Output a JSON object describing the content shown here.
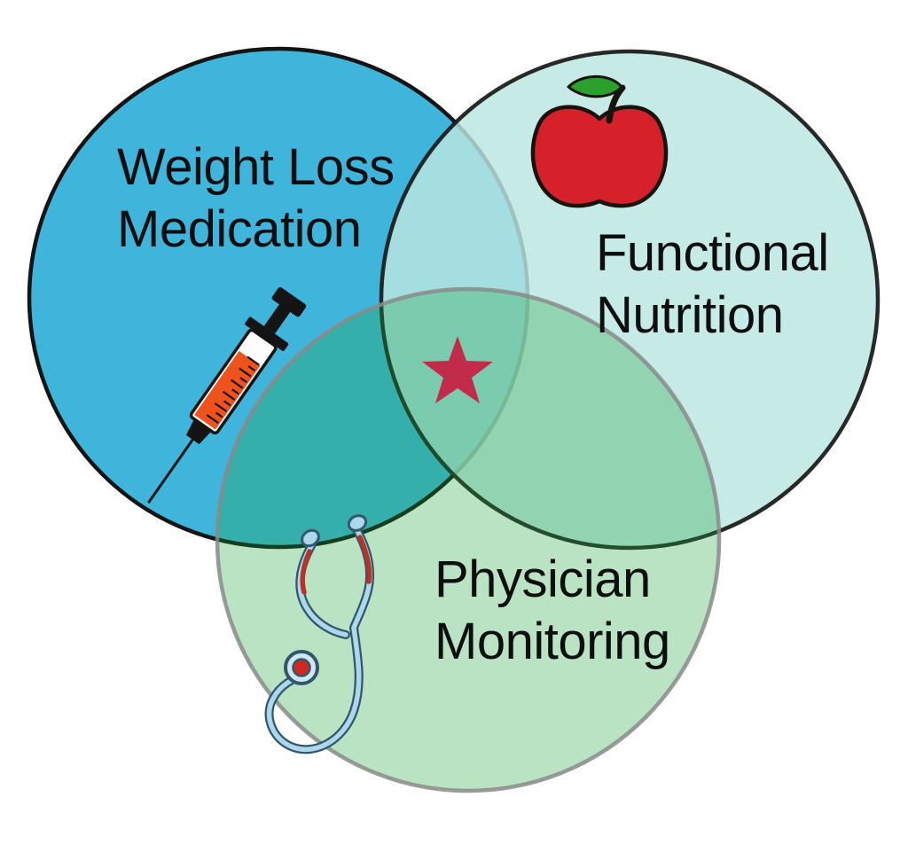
{
  "diagram": {
    "type": "venn-3-circle",
    "background": "#FFFFFF",
    "sets": [
      {
        "label_line1": "Weight Loss",
        "label_line2": "Medication",
        "fill": "#3FB5DC",
        "stroke": "#141414",
        "icon": "syringe-icon"
      },
      {
        "label_line1": "Functional",
        "label_line2": "Nutrition",
        "fill": "#BAE6E1",
        "stroke": "#1E1E1E",
        "icon": "apple-icon"
      },
      {
        "label_line1": "Physician",
        "label_line2": "Monitoring",
        "fill": "#1CA23A",
        "stroke": "#8A8A8A",
        "icon": "stethoscope-icon"
      }
    ],
    "intersection": {
      "marker": "star",
      "color": "#C32B4A"
    },
    "icon_colors": {
      "syringe_fluid": "#F0521C",
      "syringe_body": "#141414",
      "apple_body": "#D6202A",
      "apple_leaf": "#2CA02C",
      "apple_outline": "#17130F",
      "stethoscope_tube": "#ABD8EC",
      "stethoscope_outline": "#33566B",
      "stethoscope_accent": "#B93227",
      "stethoscope_chestpiece": "#CF2A22"
    }
  }
}
